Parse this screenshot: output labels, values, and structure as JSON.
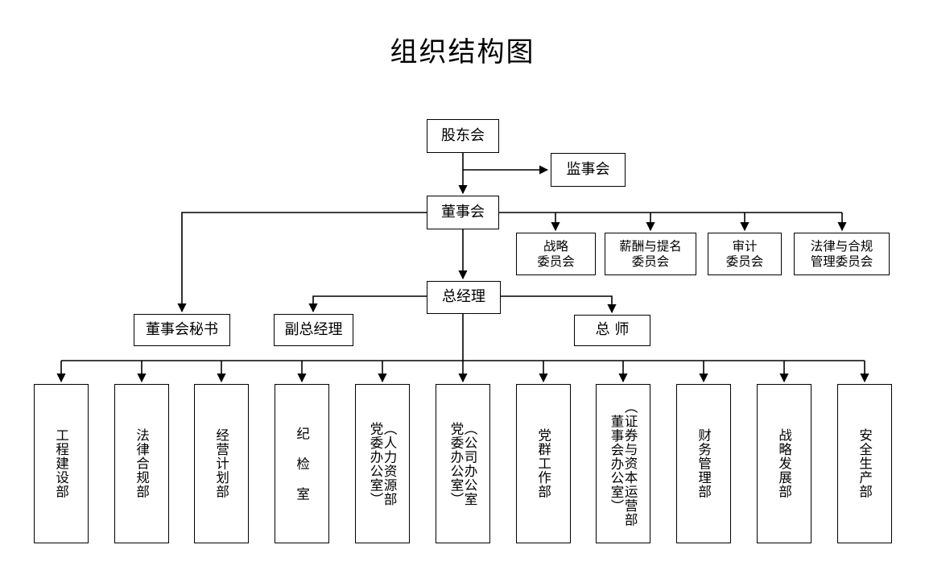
{
  "page": {
    "title": "组织结构图",
    "background_color": "#ffffff",
    "line_color": "#000000",
    "text_color": "#000000"
  },
  "chart_data": {
    "type": "diagram",
    "diagram_kind": "organizational-chart",
    "title": "组织结构图",
    "levels": [
      {
        "level": 1,
        "nodes": [
          "股东会"
        ]
      },
      {
        "level": 2,
        "nodes": [
          "监事会",
          "董事会"
        ]
      },
      {
        "level": 3,
        "nodes": [
          "战略委员会",
          "薪酬与提名委员会",
          "审计委员会",
          "法律与合规管理委员会"
        ]
      },
      {
        "level": 4,
        "nodes": [
          "董事会秘书",
          "总经理"
        ]
      },
      {
        "level": 5,
        "nodes": [
          "副总经理",
          "总 师"
        ]
      },
      {
        "level": 6,
        "nodes": [
          "工程建设部",
          "法律合规部",
          "经营计划部",
          "纪 检 室",
          "人力资源部（党委办公室）",
          "公司办公室（党委办公室）",
          "党群工作部",
          "证券与资本运营部（董事会办公室）",
          "财务管理部",
          "战略发展部",
          "安全生产部"
        ]
      }
    ],
    "edges": [
      {
        "from": "股东会",
        "to": "监事会"
      },
      {
        "from": "股东会",
        "to": "董事会"
      },
      {
        "from": "董事会",
        "to": "战略委员会"
      },
      {
        "from": "董事会",
        "to": "薪酬与提名委员会"
      },
      {
        "from": "董事会",
        "to": "审计委员会"
      },
      {
        "from": "董事会",
        "to": "法律与合规管理委员会"
      },
      {
        "from": "董事会",
        "to": "董事会秘书"
      },
      {
        "from": "董事会",
        "to": "总经理"
      },
      {
        "from": "总经理",
        "to": "副总经理"
      },
      {
        "from": "总经理",
        "to": "总 师"
      },
      {
        "from": "总经理",
        "to": "工程建设部"
      },
      {
        "from": "总经理",
        "to": "法律合规部"
      },
      {
        "from": "总经理",
        "to": "经营计划部"
      },
      {
        "from": "总经理",
        "to": "纪 检 室"
      },
      {
        "from": "总经理",
        "to": "人力资源部（党委办公室）"
      },
      {
        "from": "总经理",
        "to": "公司办公室（党委办公室）"
      },
      {
        "from": "总经理",
        "to": "党群工作部"
      },
      {
        "from": "总经理",
        "to": "证券与资本运营部（董事会办公室）"
      },
      {
        "from": "总经理",
        "to": "财务管理部"
      },
      {
        "from": "总经理",
        "to": "战略发展部"
      },
      {
        "from": "总经理",
        "to": "安全生产部"
      }
    ]
  },
  "nodes": {
    "shareholders": "股东会",
    "supervisors": "监事会",
    "board": "董事会",
    "board_secretary": "董事会秘书",
    "general_manager": "总经理",
    "deputy_general_manager": "副总经理",
    "chief_engineer": "总 师"
  },
  "committees": [
    {
      "label": "战略\n委员会"
    },
    {
      "label": "薪酬与提名\n委员会"
    },
    {
      "label": "审计\n委员会"
    },
    {
      "label": "法律与合规\n管理委员会"
    }
  ],
  "departments": [
    {
      "label": "工程建设部"
    },
    {
      "label": "法律合规部"
    },
    {
      "label": "经营计划部"
    },
    {
      "label": "纪 检 室"
    },
    {
      "label": "（人力资源部\n党委办公室）"
    },
    {
      "label": "（公司办公室\n党委办公室）"
    },
    {
      "label": "党群工作部"
    },
    {
      "label": "（证券与资本运营部\n董事会办公室）"
    },
    {
      "label": "财务管理部"
    },
    {
      "label": "战略发展部"
    },
    {
      "label": "安全生产部"
    }
  ]
}
